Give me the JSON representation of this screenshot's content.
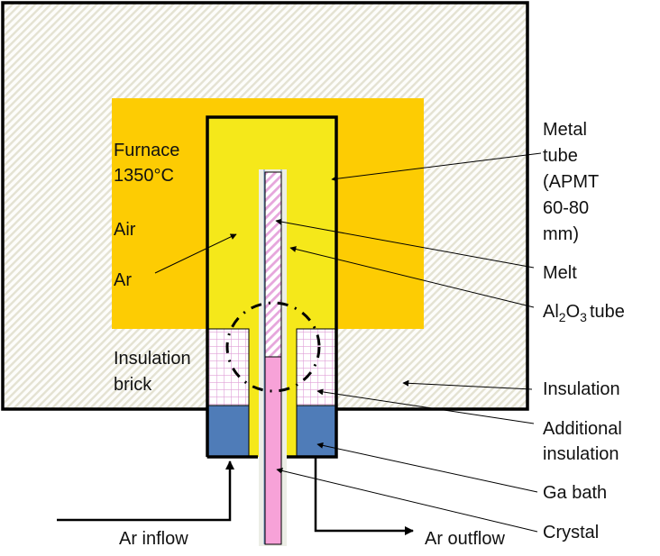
{
  "diagram": {
    "type": "furnace-cross-section",
    "colors": {
      "insulation_bg": "#fdfdfb",
      "insulation_hatch": "#e4e2d2",
      "furnace": "#fdcc03",
      "metal_tube_inside": "#f5e81a",
      "alumina_tube": "#eceee6",
      "melt_hatch": "#e6a6dc",
      "crystal": "#f7a2d8",
      "additional_insulation_grid": "#e0a0d8",
      "ga_bath": "#4f7cb8",
      "outline": "#000000"
    },
    "labels": {
      "furnace": "Furnace",
      "furnace_temp": "1350°C",
      "air": "Air",
      "ar": "Ar",
      "insulation_brick_line1": "Insulation",
      "insulation_brick_line2": "brick",
      "metal_tube_lines": [
        "Metal",
        "tube",
        "(APMT",
        "60-80",
        "mm)"
      ],
      "melt": "Melt",
      "al2o3_al": "Al",
      "al2o3_sub1": "2",
      "al2o3_o": "O",
      "al2o3_sub2": "3",
      "al2o3_tube": "tube",
      "insulation": "Insulation",
      "additional_insulation_line1": "Additional",
      "additional_insulation_line2": "insulation",
      "ga_bath": "Ga bath",
      "crystal": "Crystal",
      "ar_inflow": "Ar inflow",
      "ar_outflow": "Ar outflow"
    }
  }
}
